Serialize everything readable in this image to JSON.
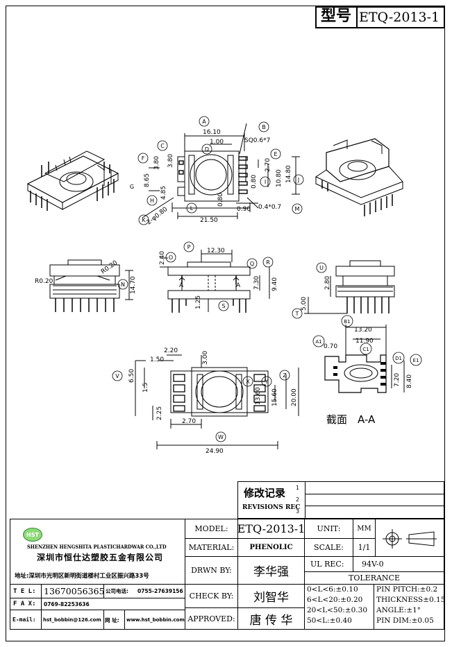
{
  "header": {
    "label_cn": "型号",
    "model": "ETQ-2013-1"
  },
  "drawing": {
    "bubbles": {
      "A": "A",
      "B": "B",
      "C": "C",
      "D": "D",
      "E": "E",
      "F": "F",
      "G": "G",
      "H": "H",
      "I": "I",
      "J": "J",
      "K": "K",
      "L": "L",
      "M": "M",
      "N": "N",
      "O": "O",
      "P": "P",
      "Q": "Q",
      "R": "R",
      "S": "S",
      "T": "T",
      "U": "U",
      "V": "V",
      "W": "W",
      "X": "X",
      "Y": "Y",
      "Z": "Z",
      "A1": "A1",
      "B1": "B1",
      "C1": "C1",
      "D1": "D1",
      "E1": "E1"
    },
    "dims": {
      "d1610": "16.10",
      "d100": "1.00",
      "sq": "SQ0.6*7",
      "d380a": "3.80",
      "d380b": "3.80",
      "d865": "8.65",
      "d485": "4.85",
      "d270": "2.70",
      "d1080": "10.80",
      "d080a": "0.80",
      "d1480": "14.80",
      "d080b": "0.80",
      "d090": "0.90",
      "d2150": "21.50",
      "d047": "0.4*0.7",
      "d2phi": "2-φ0.80",
      "g_small": "G",
      "d1230": "12.30",
      "d240": "2.40",
      "r020a": "R0.20",
      "r020b": "R0.20",
      "d1470": "14.70",
      "d730": "7.30",
      "d940": "9.40",
      "d125": "1.25",
      "arrowA1": "A",
      "arrowA2": "A",
      "d280": "2.80",
      "d500": "5.00",
      "d220": "2.20",
      "d150a": "1.50",
      "d300": "3.00",
      "d650": "6.50",
      "d150b": "1.5",
      "d225": "2.25",
      "d270b": "2.70",
      "d1360": "13.60",
      "d1560": "15.60",
      "d2000": "20.00",
      "d2490": "24.90",
      "d1320": "13.20",
      "d1190": "11.90",
      "d070": "0.70",
      "d720": "7.20",
      "d840": "8.40",
      "section": "截面　A-A"
    }
  },
  "revisions": {
    "title_cn": "修改记录",
    "title_en": "REVISIONS REC",
    "marks": [
      "1",
      "2",
      "3"
    ]
  },
  "company": {
    "logo": "HST",
    "name_en": "SHENZHEN HENGSHITA PLASTICHARDWAR CO.,LTD",
    "name_cn": "深圳市恒仕达塑胶五金有限公司",
    "address": "地址:深圳市光明区新明街道楼村工业区振兴路33号",
    "tel_label": "T E L:",
    "tel": "13670056365",
    "company_phone_label": "公司电话:",
    "company_phone": "0755-27639156",
    "fax_label": "F A X:",
    "fax": "0769-82253636",
    "email_label": "E-mail:",
    "email": "hst_bobbin@126.com",
    "web_label": "网 址:",
    "web": "www.hst_bobbin.com"
  },
  "spec": {
    "model_label": "MODEL:",
    "model": "ETQ-2013-1",
    "material_label": "MATERIAL:",
    "material": "PHENOLIC",
    "drawn_label": "DRWN BY:",
    "drawn": "李华强",
    "check_label": "CHECK BY:",
    "check": "刘智华",
    "approved_label": "APPROVED:",
    "approved": "唐 传 华",
    "unit_label": "UNIT:",
    "unit": "MM",
    "scale_label": "SCALE:",
    "scale": "1/1",
    "ul_label": "UL REC:",
    "ul": "94V-0",
    "tolerance_label": "TOLERANCE",
    "tol": [
      "0<L<6:±0.10",
      "6<L<20:±0.20",
      "20<L<50:±0.30",
      "50<L:±0.40"
    ],
    "tol2": [
      "PIN PITCH:±0.2",
      "THICKNESS±0.15",
      "ANGLE:±1°",
      "PIN DIM:±0.05"
    ]
  }
}
